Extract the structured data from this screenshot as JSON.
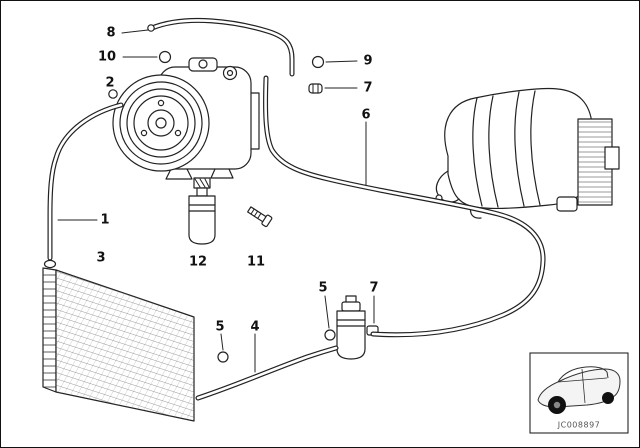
{
  "diagram": {
    "callouts": {
      "c1": "1",
      "c2": "2",
      "c3": "3",
      "c4": "4",
      "c5a": "5",
      "c5b": "5",
      "c6": "6",
      "c7a": "7",
      "c7b": "7",
      "c8": "8",
      "c9": "9",
      "c10": "10",
      "c11": "11",
      "c12": "12"
    },
    "part_code": "JC008897",
    "colors": {
      "line": "#222222",
      "background": "#ffffff"
    }
  }
}
